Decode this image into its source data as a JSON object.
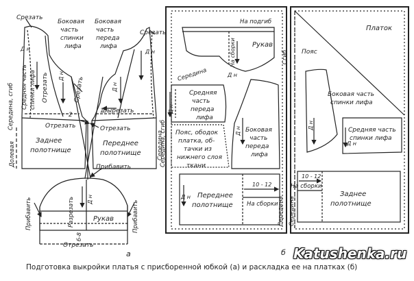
{
  "caption": "Подготовка выкройки платья с присборенной юбкой (а) и раскладка ее на платках (б)",
  "watermark": "Katushenka.ru",
  "panel_a": {
    "letter": "а",
    "labels": {
      "srezat_left": "Срезать",
      "srezat_right": "Срезать",
      "back_side_1": "Боковая",
      "back_side_2": "часть",
      "back_side_3": "спинки",
      "back_side_4": "лифа",
      "front_side_1": "Боковая",
      "front_side_2": "часть",
      "front_side_3": "переда",
      "front_side_4": "лифа",
      "dn1": "Д н",
      "dn2": "Д н",
      "dn3": "Д н",
      "dn4": "Д н",
      "otrezat_v": "Отрезать",
      "srednyaya_1": "Средняя часть",
      "srednyaya_2": "спинки лифа",
      "seredina_sgib": "Середина, сгиб",
      "srezat_mid": "Срезать",
      "vyrezat": "Вырезать",
      "num2": "2",
      "num1": "1",
      "otrezat_left": "Отрезать",
      "otrezat_right": "Отрезать",
      "zadnee_1": "Заднее",
      "zadnee_2": "полотнище",
      "perednee_1": "Переднее",
      "perednee_2": "полотнище",
      "dolevaya": "Долевая",
      "seredina_sgib_right": "Середина, сгиб",
      "pribavit_right": "Прибавить",
      "pribavit_left": "Прибавить",
      "pribavit_right2": "Прибавить",
      "razrezat": "Разрезать",
      "dn_sleeve": "Д н",
      "rukav": "Рукав",
      "b8": "б-8",
      "otrezat_sleeve": "Отрезать"
    }
  },
  "panel_b": {
    "letter": "б",
    "labels": {
      "na_podgib": "На подгиб",
      "rukav": "Рукав",
      "na_sborki_v": "На сборки",
      "dn_r": "Д н",
      "seredina": "Середина",
      "srednyaya_1": "Средняя",
      "srednyaya_2": "часть",
      "srednyaya_3": "переда",
      "srednyaya_4": "лифа",
      "dn_sp": "Д н",
      "poyas_1": "Пояс, ободок",
      "poyas_2": "платка, об-",
      "poyas_3": "тачки из",
      "poyas_4": "нижнего слоя",
      "poyas_5": "ткани",
      "bokovaya_1": "Боковая",
      "bokovaya_2": "часть",
      "bokovaya_3": "переда",
      "bokovaya_4": "лифа",
      "dn_bok": "Д н",
      "seredina_v": "Середина",
      "dn_left": "Д н",
      "range_10_12": "10 - 12",
      "na_sborki": "На сборки",
      "perednee_1": "Переднее",
      "perednee_2": "полотнище",
      "seredina_bottom": "Середина",
      "platok": "Платок",
      "sgib": "Сгиб",
      "poyas": "Пояс",
      "bok_sp_1": "Боковая часть",
      "bok_sp_2": "спинки лифа",
      "dn_bsp": "Д н",
      "sred_sp_1": "Средняя часть",
      "sred_sp_2": "спинки лифа",
      "dn_ssp": "Д н",
      "range_10_12_b": "10 - 12",
      "na_sborki_b": "На сборки",
      "zadnee_1": "Заднее",
      "zadnee_2": "полотнище",
      "seredina_b2": "Середина"
    }
  }
}
